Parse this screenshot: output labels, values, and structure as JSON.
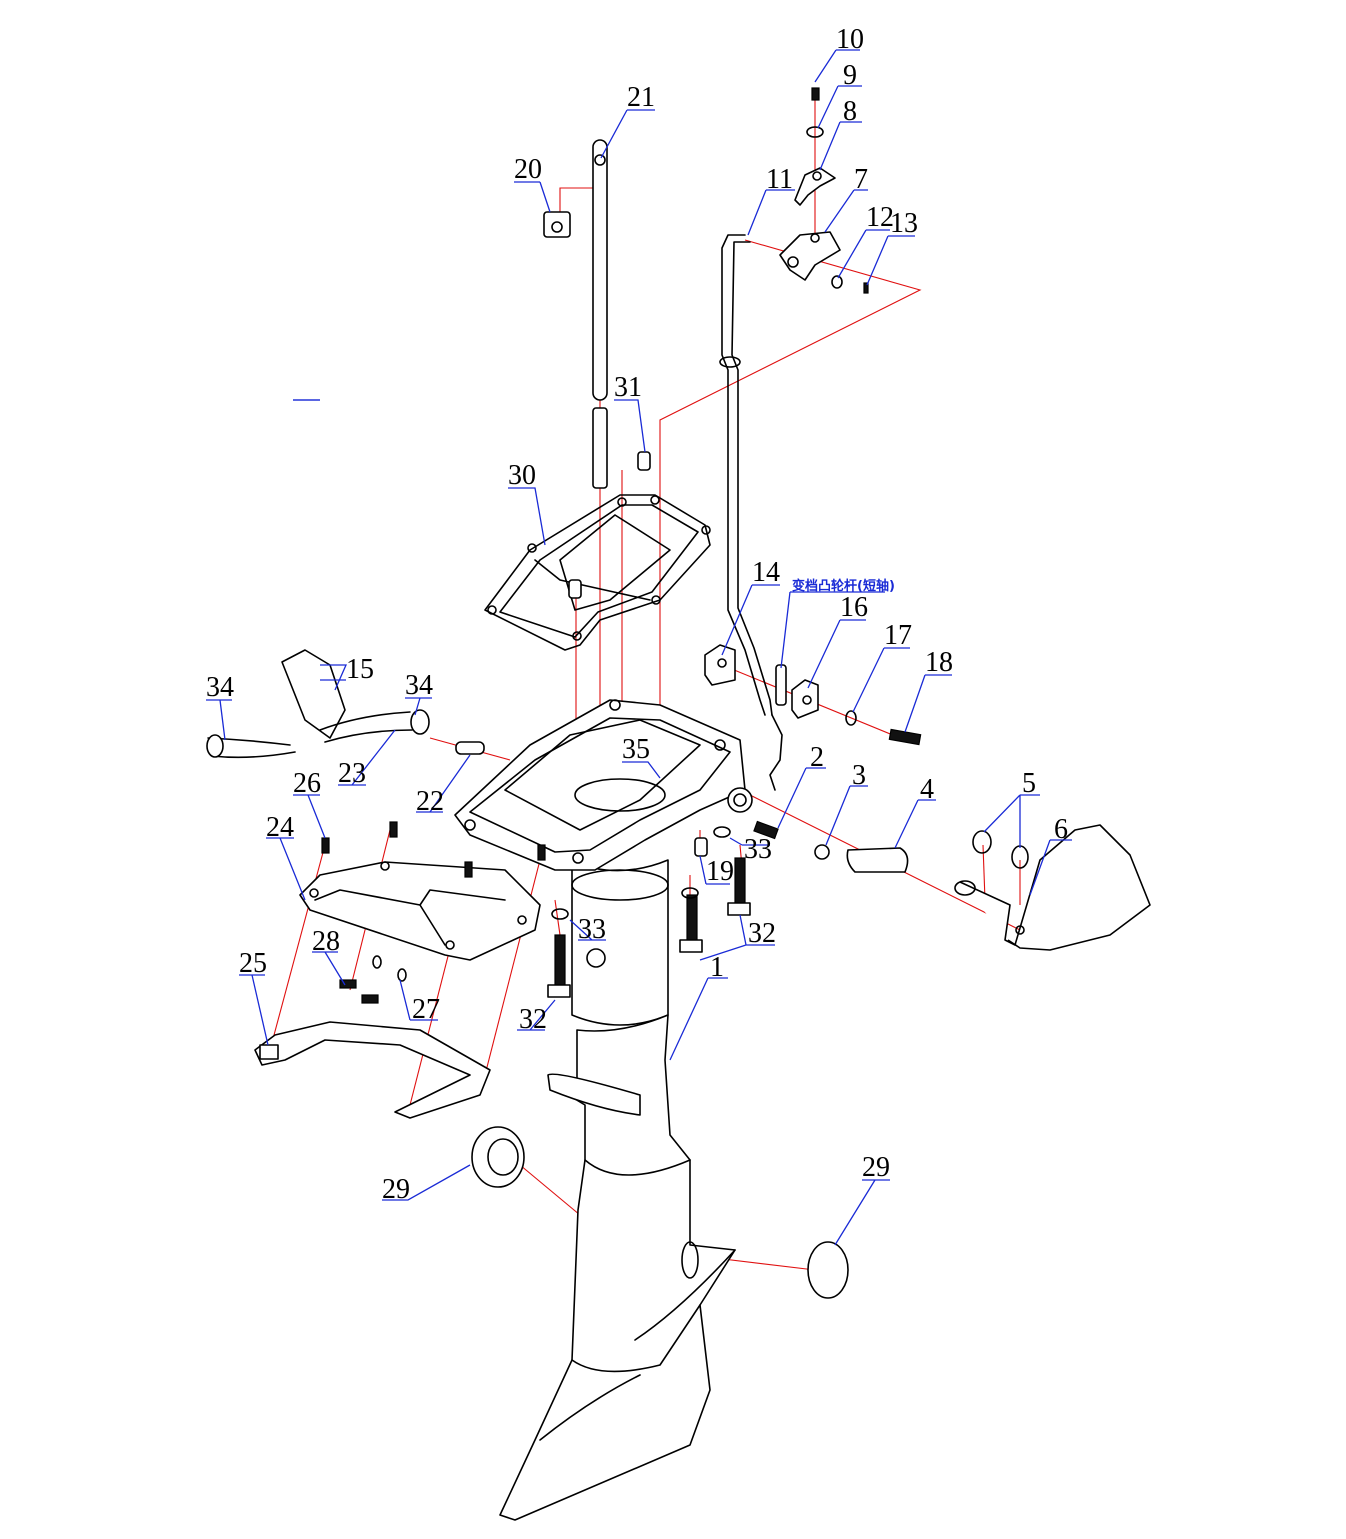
{
  "callouts": [
    {
      "n": "10"
    },
    {
      "n": "9"
    },
    {
      "n": "8"
    },
    {
      "n": "21"
    },
    {
      "n": "20"
    },
    {
      "n": "11"
    },
    {
      "n": "7"
    },
    {
      "n": "12"
    },
    {
      "n": "13"
    },
    {
      "n": "31"
    },
    {
      "n": "30"
    },
    {
      "n": "14"
    },
    {
      "n": "16"
    },
    {
      "n": "17"
    },
    {
      "n": "18"
    },
    {
      "n": "34"
    },
    {
      "n": "15"
    },
    {
      "n": "34"
    },
    {
      "n": "35"
    },
    {
      "n": "2"
    },
    {
      "n": "3"
    },
    {
      "n": "4"
    },
    {
      "n": "5"
    },
    {
      "n": "6"
    },
    {
      "n": "26"
    },
    {
      "n": "23"
    },
    {
      "n": "22"
    },
    {
      "n": "24"
    },
    {
      "n": "33"
    },
    {
      "n": "19"
    },
    {
      "n": "33"
    },
    {
      "n": "32"
    },
    {
      "n": "28"
    },
    {
      "n": "1"
    },
    {
      "n": "25"
    },
    {
      "n": "27"
    },
    {
      "n": "32"
    },
    {
      "n": "29"
    },
    {
      "n": "29"
    }
  ],
  "note_label": "变档凸轮杆(短轴)",
  "colors": {
    "leader": "#1a2bd6",
    "axis": "#e01010",
    "line": "#000000"
  }
}
